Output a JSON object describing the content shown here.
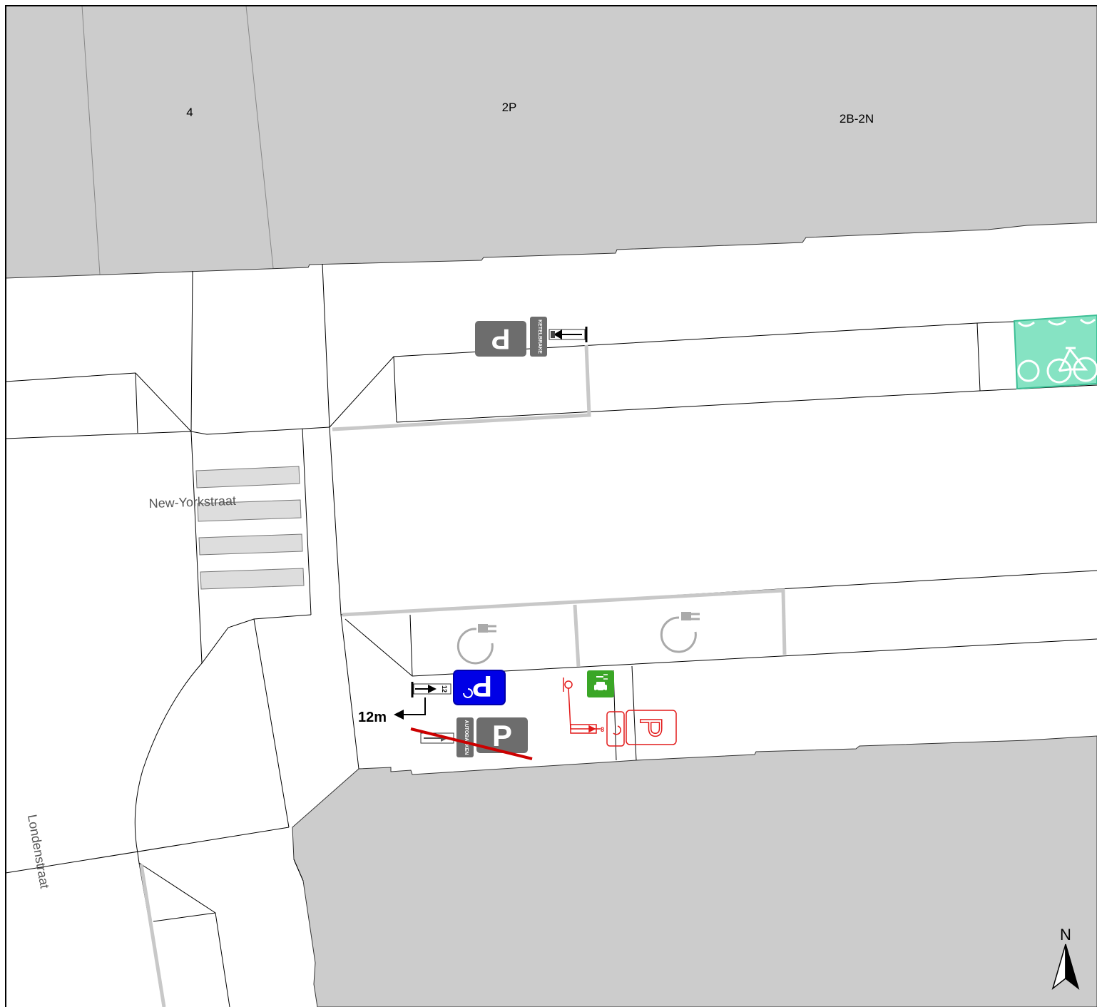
{
  "parcels": {
    "label_a": "4",
    "label_b": "2P",
    "label_c": "2B-2N"
  },
  "streets": {
    "horizontal": "New-Yorkstraat",
    "vertical": "Londenstraat"
  },
  "signs": {
    "top_sign_text": "KETELBRAKE",
    "lower_sign_text": "AUTOBALKEN",
    "distance_label": "12m",
    "plate_left": "12",
    "plate_right": "8"
  },
  "compass": {
    "label": "N"
  },
  "colors": {
    "building": "#cccccc",
    "road_outline": "#000000",
    "curb": "#c8c8c8",
    "sign_grey": "#6d6d6d",
    "parking_blue": "#0000e6",
    "proposal_red": "#e21a1a",
    "ev_green": "#3aa626",
    "bike_zone": "#86e3c3",
    "strike_red": "#cc0000"
  },
  "icons": [
    "parking-sign-icon",
    "ev-charging-icon",
    "bicycle-icon",
    "north-arrow-icon"
  ]
}
